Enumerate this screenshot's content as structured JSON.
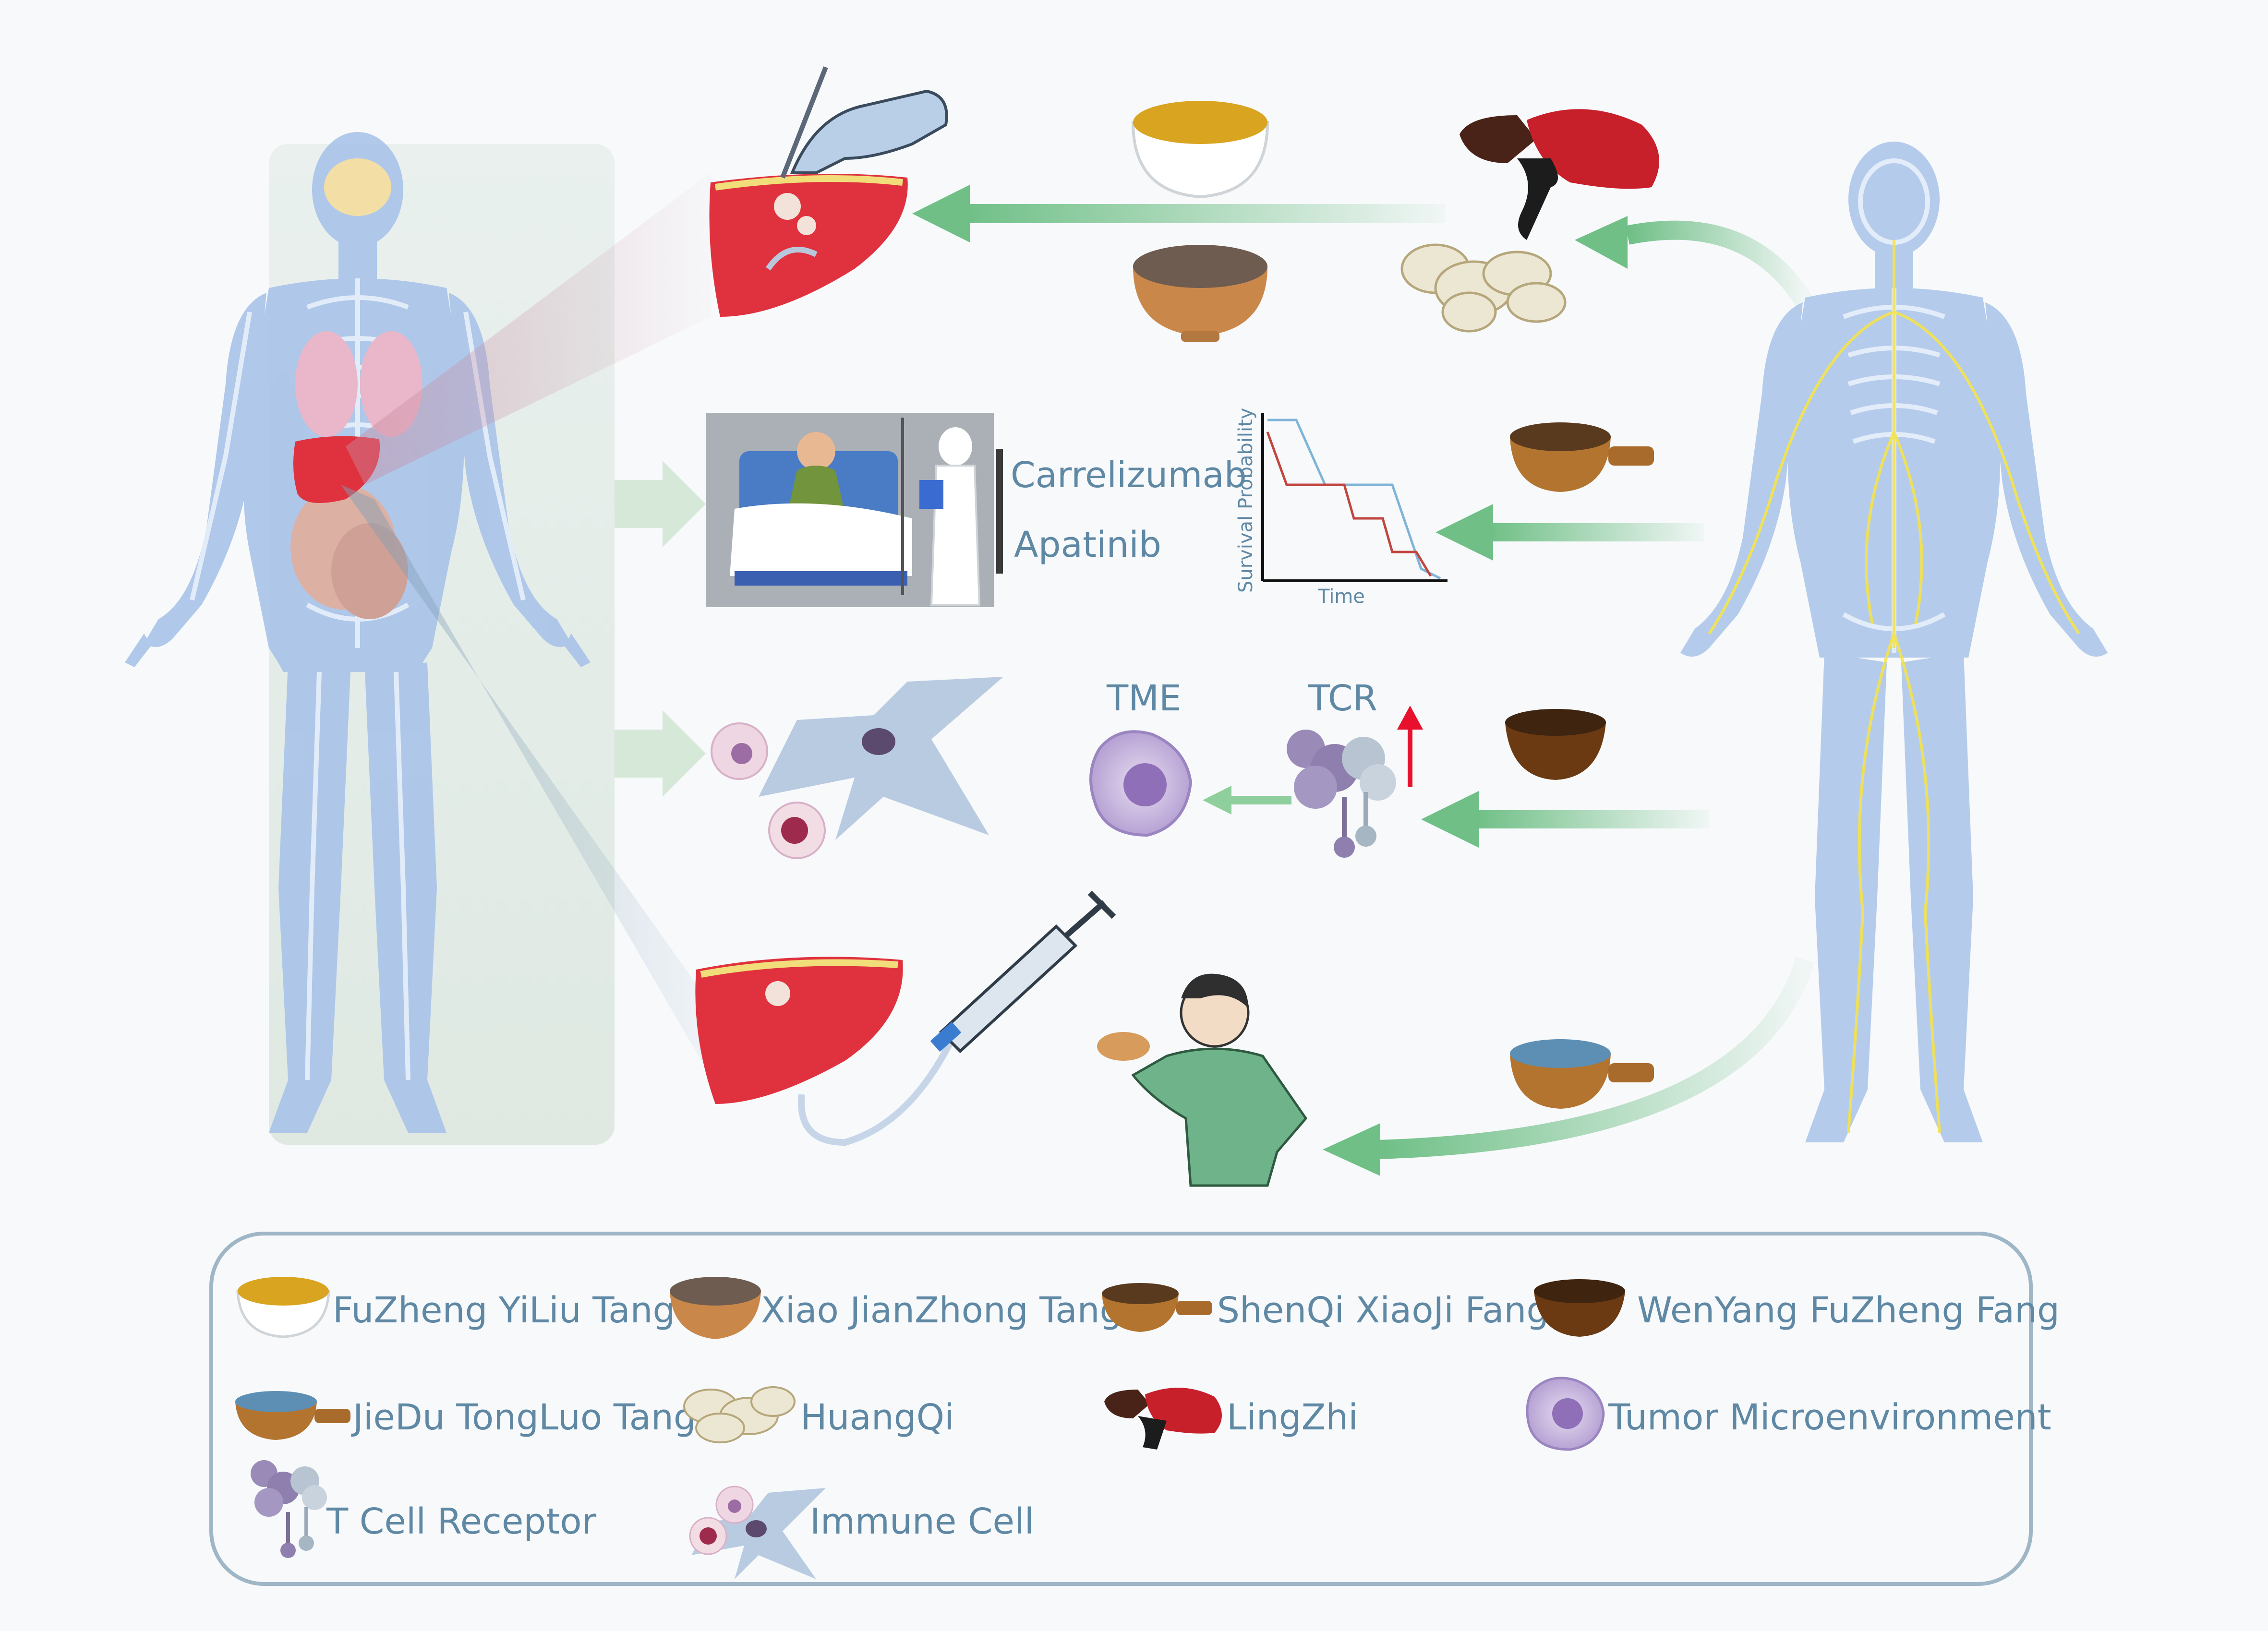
{
  "treatment": {
    "drug_1": "Carrelizumab",
    "drug_2": "Apatinib"
  },
  "survival_plot": {
    "ylabel": "Survival Probability",
    "xlabel": "Time"
  },
  "immune": {
    "tme_label": "TME",
    "tcr_label": "TCR"
  },
  "legend": {
    "fuzheng": "FuZheng YiLiu Tang",
    "xiaojianzhong": "Xiao JianZhong Tang",
    "shenqi": "ShenQi XiaoJi Fang",
    "wenyang": "WenYang FuZheng Fang",
    "jiedu": "JieDu TongLuo Tang",
    "huangqi": "HuangQi",
    "lingzhi": "LingZhi",
    "tme": "Tumor Microenvironment",
    "tcr": "T Cell Receptor",
    "immune_cell": "Immune Cell"
  },
  "colors": {
    "arrow_green": "#6fbf86",
    "body_blue": "#a9c3e9",
    "liver_red": "#e0323e",
    "label_blue": "#5f88a4",
    "up_arrow_red": "#e8112d"
  }
}
